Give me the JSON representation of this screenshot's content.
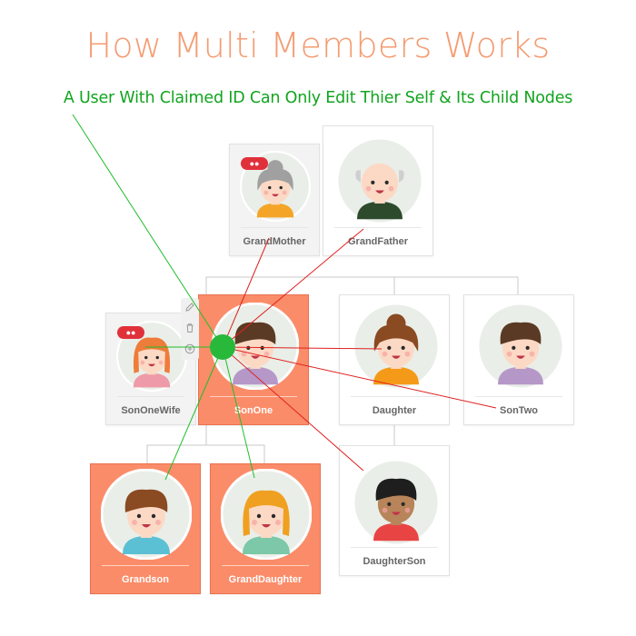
{
  "title": "How Multi Members Works",
  "subtitle": "A User With Claimed ID Can Only Edit Thier Self & Its Child Nodes",
  "colors": {
    "title": "#f49c72",
    "subtitle": "#12a41f",
    "active_card": "#fb8c69",
    "green_line": "#1fbe2a",
    "red_line": "#e02020",
    "claimed_dot": "#28b83a",
    "badge": "#e0313b"
  },
  "members": {
    "grandmother": {
      "name": "GrandMother",
      "badge_icon": "people-icon"
    },
    "grandfather": {
      "name": "GrandFather"
    },
    "sononewife": {
      "name": "SonOneWife",
      "badge_icon": "people-icon"
    },
    "sonone": {
      "name": "SonOne",
      "claimed": true
    },
    "daughter": {
      "name": "Daughter"
    },
    "sontwo": {
      "name": "SonTwo"
    },
    "grandson": {
      "name": "Grandson"
    },
    "granddaughter": {
      "name": "GrandDaughter"
    },
    "daughterson": {
      "name": "DaughterSon"
    }
  },
  "toolbar": {
    "edit_icon": "pencil-icon",
    "delete_icon": "trash-icon",
    "add_icon": "plus-circle-icon"
  }
}
